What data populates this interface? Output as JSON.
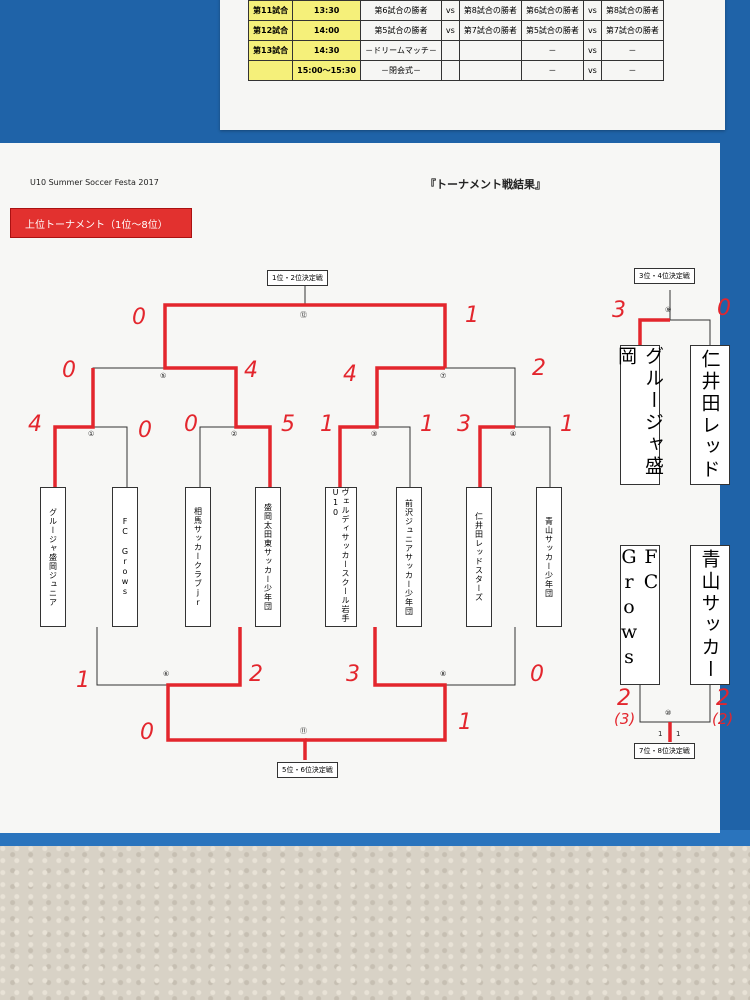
{
  "schedule": {
    "rows": [
      {
        "match": "第11試合",
        "time": "13:30",
        "a": "第6試合の勝者",
        "vs": "vs",
        "b": "第8試合の勝者",
        "ra": "第6試合の勝者",
        "rvs": "vs",
        "rb": "第8試合の勝者"
      },
      {
        "match": "第12試合",
        "time": "14:00",
        "a": "第5試合の勝者",
        "vs": "vs",
        "b": "第7試合の勝者",
        "ra": "第5試合の勝者",
        "rvs": "vs",
        "rb": "第7試合の勝者"
      },
      {
        "match": "第13試合",
        "time": "14:30",
        "a": "－ドリームマッチ－",
        "vs": "",
        "b": "",
        "ra": "－",
        "rvs": "vs",
        "rb": "－"
      },
      {
        "match": "",
        "time": "15:00～15:30",
        "a": "－閉会式－",
        "vs": "",
        "b": "",
        "ra": "－",
        "rvs": "vs",
        "rb": "－"
      }
    ]
  },
  "header": {
    "event": "U10 Summer Soccer Festa 2017",
    "title": "『トーナメント戦結果』",
    "section": "上位トーナメント（1位～8位）"
  },
  "labels": {
    "final12": "1位・2位決定戦",
    "final34": "3位・4位決定戦",
    "final56": "5位・6位決定戦",
    "final78": "7位・8位決定戦"
  },
  "match_numbers": {
    "m1": "①",
    "m2": "②",
    "m3": "③",
    "m4": "④",
    "m5": "⑤",
    "m6": "⑥",
    "m7": "⑦",
    "m8": "⑧",
    "m9": "⑨",
    "m10": "⑩",
    "m11": "⑪",
    "m12": "⑫"
  },
  "teams": [
    "グルージャ盛岡ジュニア",
    "FC Grows",
    "相馬サッカークラブjr",
    "盛岡太田東サッカー少年団",
    "ヴェルディサッカースクール岩手U10",
    "前沢ジュニアサッカー少年団",
    "仁井田レッドスターズ",
    "青山サッカー少年団"
  ],
  "handwritten_teams": {
    "p34_left": "グルージャ盛岡",
    "p34_right": "仁井田レッド",
    "p78_left": "FC Grows",
    "p78_right": "青山サッカー"
  },
  "scores": {
    "r1": [
      "4",
      "0",
      "0",
      "5",
      "1",
      "1",
      "3",
      "1"
    ],
    "semis": [
      "0",
      "4",
      "4",
      "2"
    ],
    "final": [
      "0",
      "1"
    ],
    "consol": [
      "1",
      "2",
      "3",
      "0"
    ],
    "final56": [
      "0",
      "1"
    ],
    "third": [
      "3",
      "0"
    ],
    "seventh": [
      "2",
      "2"
    ],
    "seventh_pk": [
      "(3)",
      "(2)"
    ],
    "seventh_small": [
      "1",
      "1"
    ]
  },
  "colors": {
    "winner_line": "#e3262d",
    "banner": "#e2312f",
    "board": "#1f63a8"
  }
}
